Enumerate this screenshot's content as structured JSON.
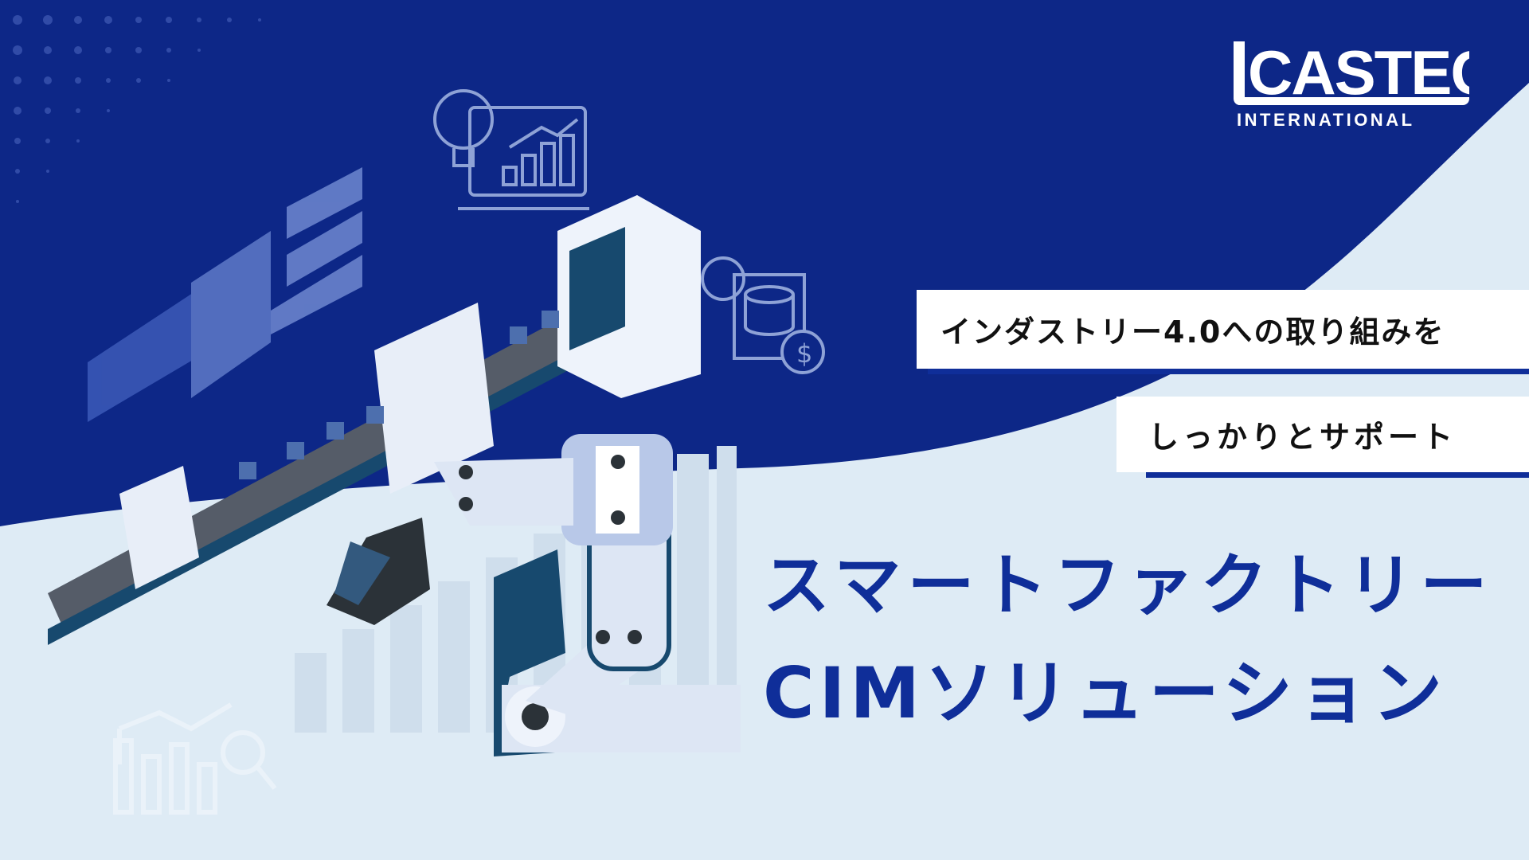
{
  "logo": {
    "main": "CASTEC",
    "sub": "INTERNATIONAL"
  },
  "tagline": {
    "line1": "インダストリー4.0への取り組みを",
    "line2": "しっかりとサポート"
  },
  "title": {
    "line1": "スマートファクトリー",
    "line2": "CIMソリューション"
  },
  "colors": {
    "navy": "#0d2787",
    "light": "#deebf5",
    "accent": "#0f2e99"
  },
  "illustration": [
    "factory-conveyor",
    "robot-arm",
    "lightbulb-chart-icon",
    "database-dollar-icon",
    "dashboard-panels"
  ]
}
